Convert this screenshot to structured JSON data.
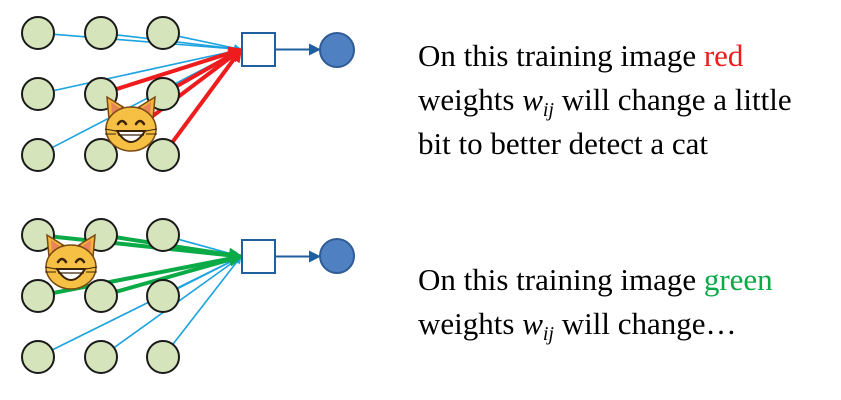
{
  "colors": {
    "input_node_fill": "#d6e4bc",
    "input_node_stroke": "#1a1a1a",
    "hidden_node_stroke": "#1f5fa0",
    "output_node_fill": "#4f80c1",
    "output_node_stroke": "#2f5c96",
    "default_weight": "#1aa3e0",
    "red_weight": "#ee1c1c",
    "green_weight": "#0aaa46",
    "red_text": "#ee1c1c",
    "green_text": "#0aaa46"
  },
  "icons": {
    "cat_face": "grinning-cat-face-icon"
  },
  "captions": {
    "top": {
      "line1_prefix": "On this training image ",
      "line1_highlight": "red",
      "line2_prefix": "weights ",
      "var": "w",
      "sub": "ij",
      "line2_suffix": " will change a little",
      "line3": "bit to better detect a cat"
    },
    "bottom": {
      "line1_prefix": "On this training image ",
      "line1_highlight": "green",
      "line2_prefix": "weights ",
      "var": "w",
      "sub": "ij",
      "line2_suffix": " will change…"
    }
  },
  "networks": [
    {
      "highlight": "red",
      "highlighted_inputs": [
        4,
        5,
        7,
        8
      ]
    },
    {
      "highlight": "green",
      "highlighted_inputs": [
        0,
        1,
        3,
        4
      ]
    }
  ]
}
